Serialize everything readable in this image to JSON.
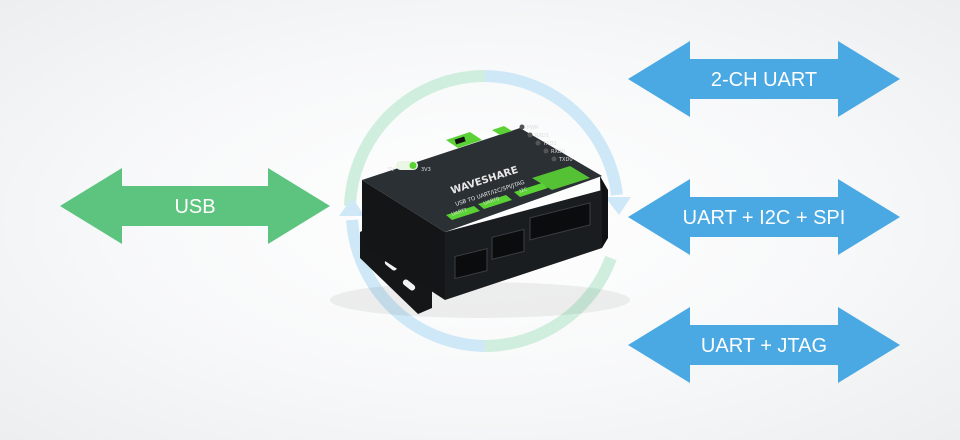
{
  "arrows": {
    "usb": {
      "label": "USB",
      "color": "#5dc47f"
    },
    "uart2": {
      "label": "2-CH UART",
      "color": "#4aa8e3"
    },
    "uart_i2c_spi": {
      "label": "UART + I2C + SPI",
      "color": "#4aa8e3"
    },
    "uart_jtag": {
      "label": "UART + JTAG",
      "color": "#4aa8e3"
    }
  },
  "device": {
    "brand": "WAVESHARE",
    "model": "USB TO UART/I2C/SPI/JTAG",
    "switch_left": "5V",
    "switch_right": "3V3",
    "leds": [
      "PWR",
      "RXD1",
      "TXD1",
      "RXD0",
      "TXD0"
    ],
    "port_labels": [
      "UART1",
      "UART0",
      "I2C"
    ]
  },
  "colors": {
    "cycle_green": "#cfeedd",
    "cycle_blue": "#cfe8f7",
    "case": "#1f2326",
    "pcb_green": "#5ad134"
  }
}
